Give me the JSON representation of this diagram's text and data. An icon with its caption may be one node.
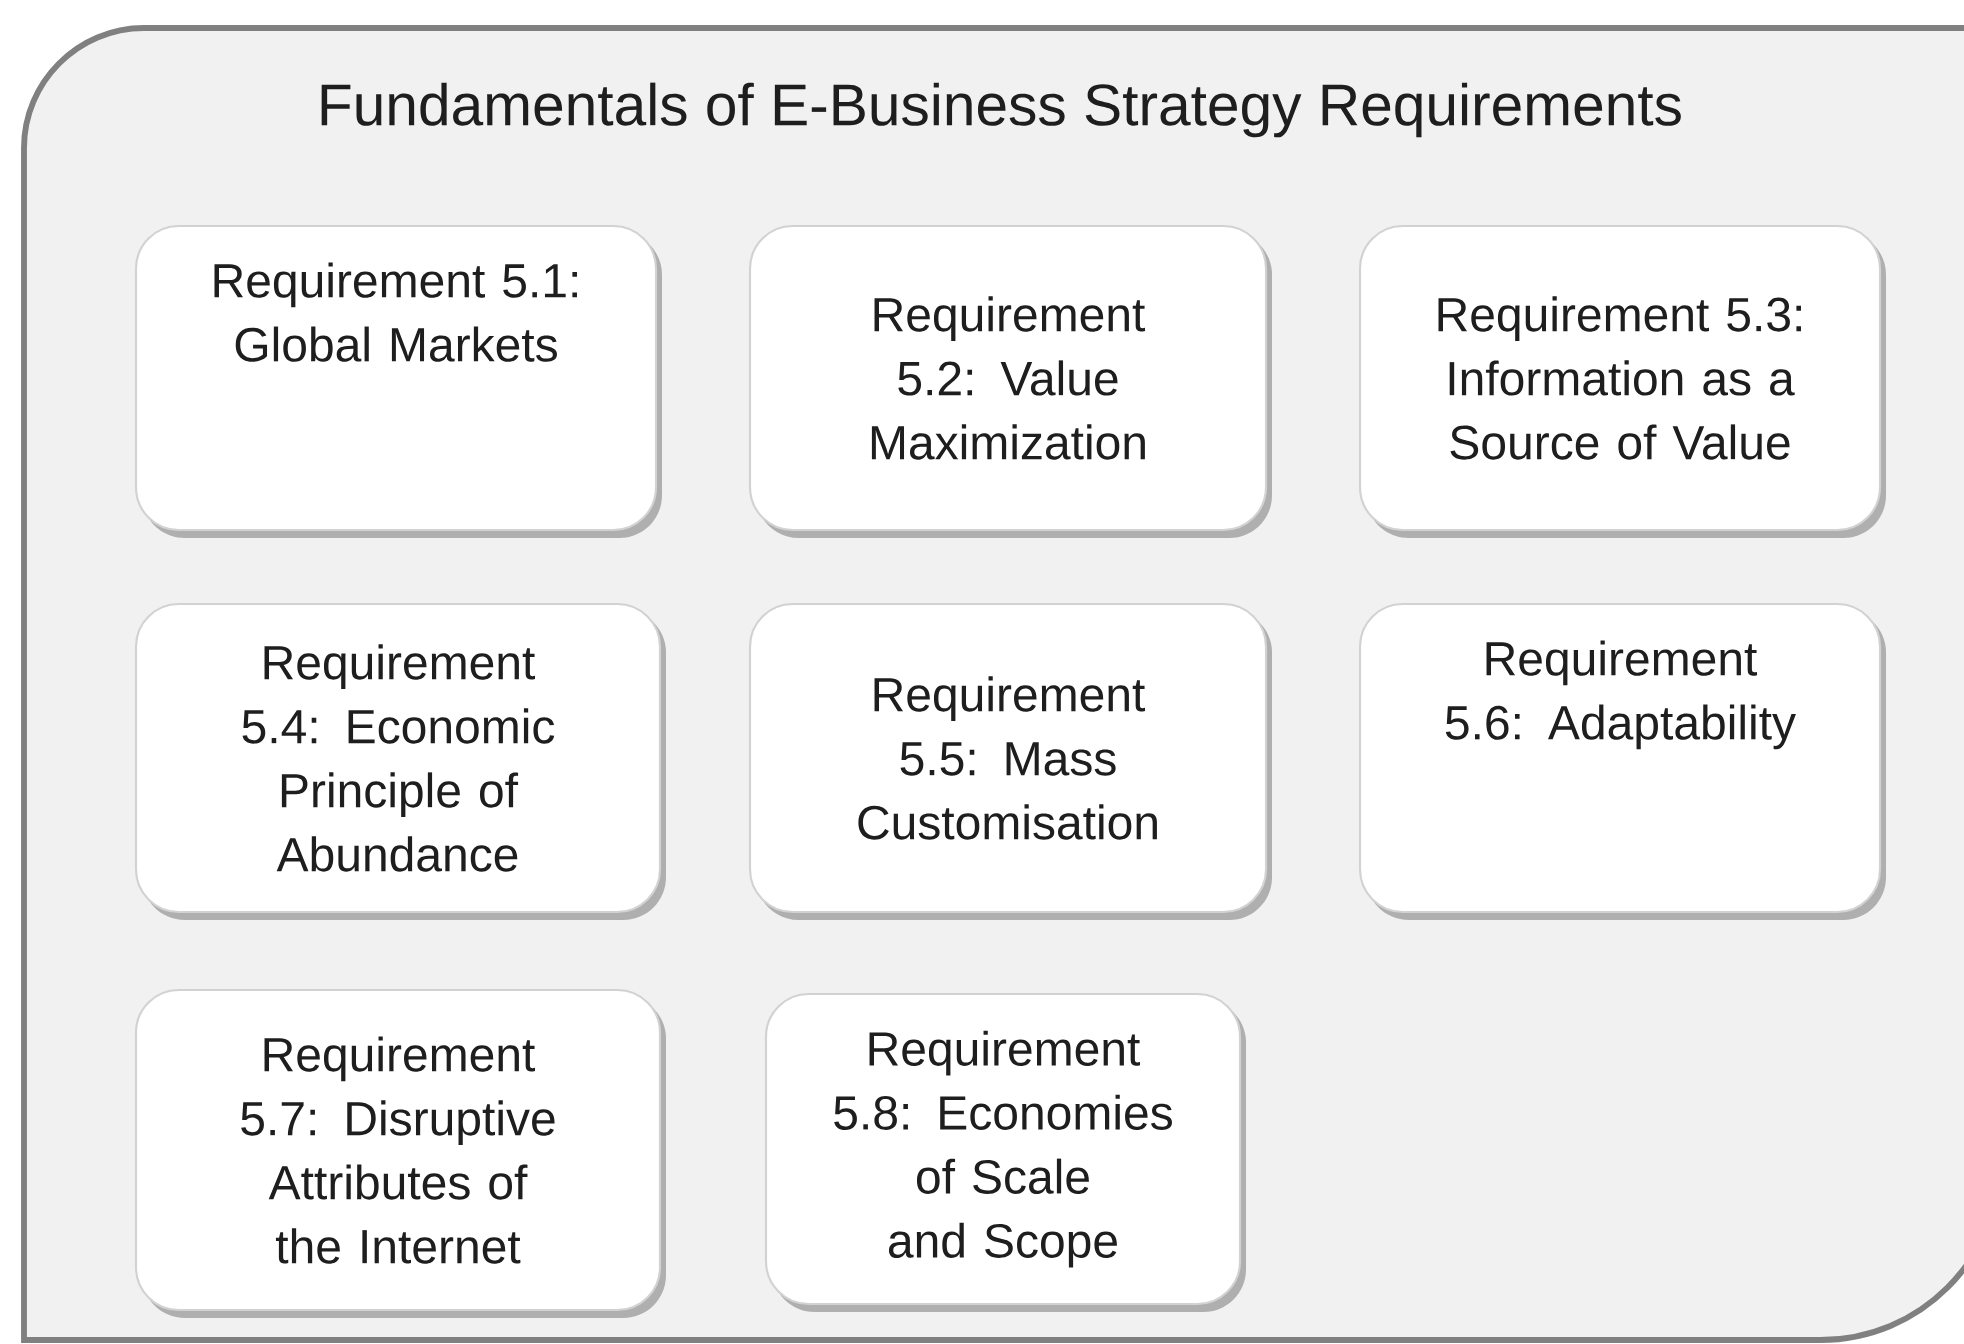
{
  "diagram": {
    "nodes": [
      {
        "text": [
          "Fundamentals of E-Business Strategy Requirements"
        ]
      },
      {
        "text": [
          "Requirement 5.1: Global Markets"
        ],
        "in": 0
      },
      {
        "text": [
          "Requirement 5.2: Value Maximization"
        ],
        "in": 0
      },
      {
        "text": [
          "Requirement 5.3: Information as a Source of Value"
        ],
        "in": 0
      },
      {
        "text": [
          "Requirement 5.4: Economic Principle of Abundance"
        ],
        "in": 0
      },
      {
        "text": [
          "Requirement 5.5: Mass Customisation"
        ],
        "in": 0
      },
      {
        "text": [
          "Requirement 5.6: Adaptability"
        ],
        "in": 0
      },
      {
        "text": [
          "Requirement 5.7: Disruptive Attributes of the Internet"
        ],
        "in": 0
      },
      {
        "text": [
          "Requirement 5.8: Economies of Scale and Scope"
        ],
        "in": 0
      }
    ],
    "edges": []
  }
}
